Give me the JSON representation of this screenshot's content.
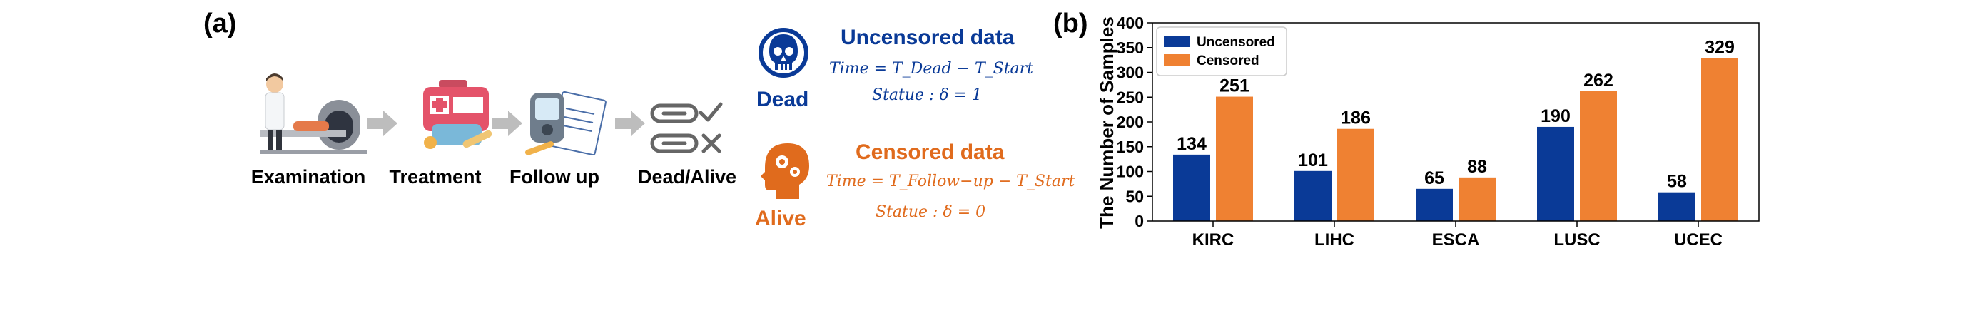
{
  "panel_a": {
    "label": "(a)",
    "steps": [
      {
        "label": "Examination",
        "icon": "mri-scanner-icon"
      },
      {
        "label": "Treatment",
        "icon": "medical-kit-icon"
      },
      {
        "label": "Follow up",
        "icon": "glucose-monitor-icon"
      },
      {
        "label": "Dead/Alive",
        "icon": "check-cross-icon"
      }
    ],
    "dead": {
      "title": "Uncensored data",
      "status_word": "Dead",
      "time_formula": "Time = T_Dead − T_Start",
      "status_formula": "Statue : δ = 1",
      "color": "#0a3a97"
    },
    "alive": {
      "title": "Censored data",
      "status_word": "Alive",
      "time_formula": "Time = T_Follow−up − T_Start",
      "status_formula": "Statue : δ = 0",
      "color": "#e06b1d"
    }
  },
  "panel_b": {
    "label": "(b)"
  },
  "chart_data": {
    "type": "bar",
    "title": "",
    "xlabel": "",
    "ylabel": "The Number of Samples",
    "categories": [
      "KIRC",
      "LIHC",
      "ESCA",
      "LUSC",
      "UCEC"
    ],
    "series": [
      {
        "name": "Uncensored",
        "values": [
          134,
          101,
          65,
          190,
          58
        ],
        "color": "#0a3a97"
      },
      {
        "name": "Censored",
        "values": [
          251,
          186,
          88,
          262,
          329
        ],
        "color": "#ef8132"
      }
    ],
    "ylim": [
      0,
      400
    ],
    "yticks": [
      0,
      50,
      100,
      150,
      200,
      250,
      300,
      350,
      400
    ],
    "grid": false,
    "legend_position": "top-left",
    "data_labels": true
  }
}
